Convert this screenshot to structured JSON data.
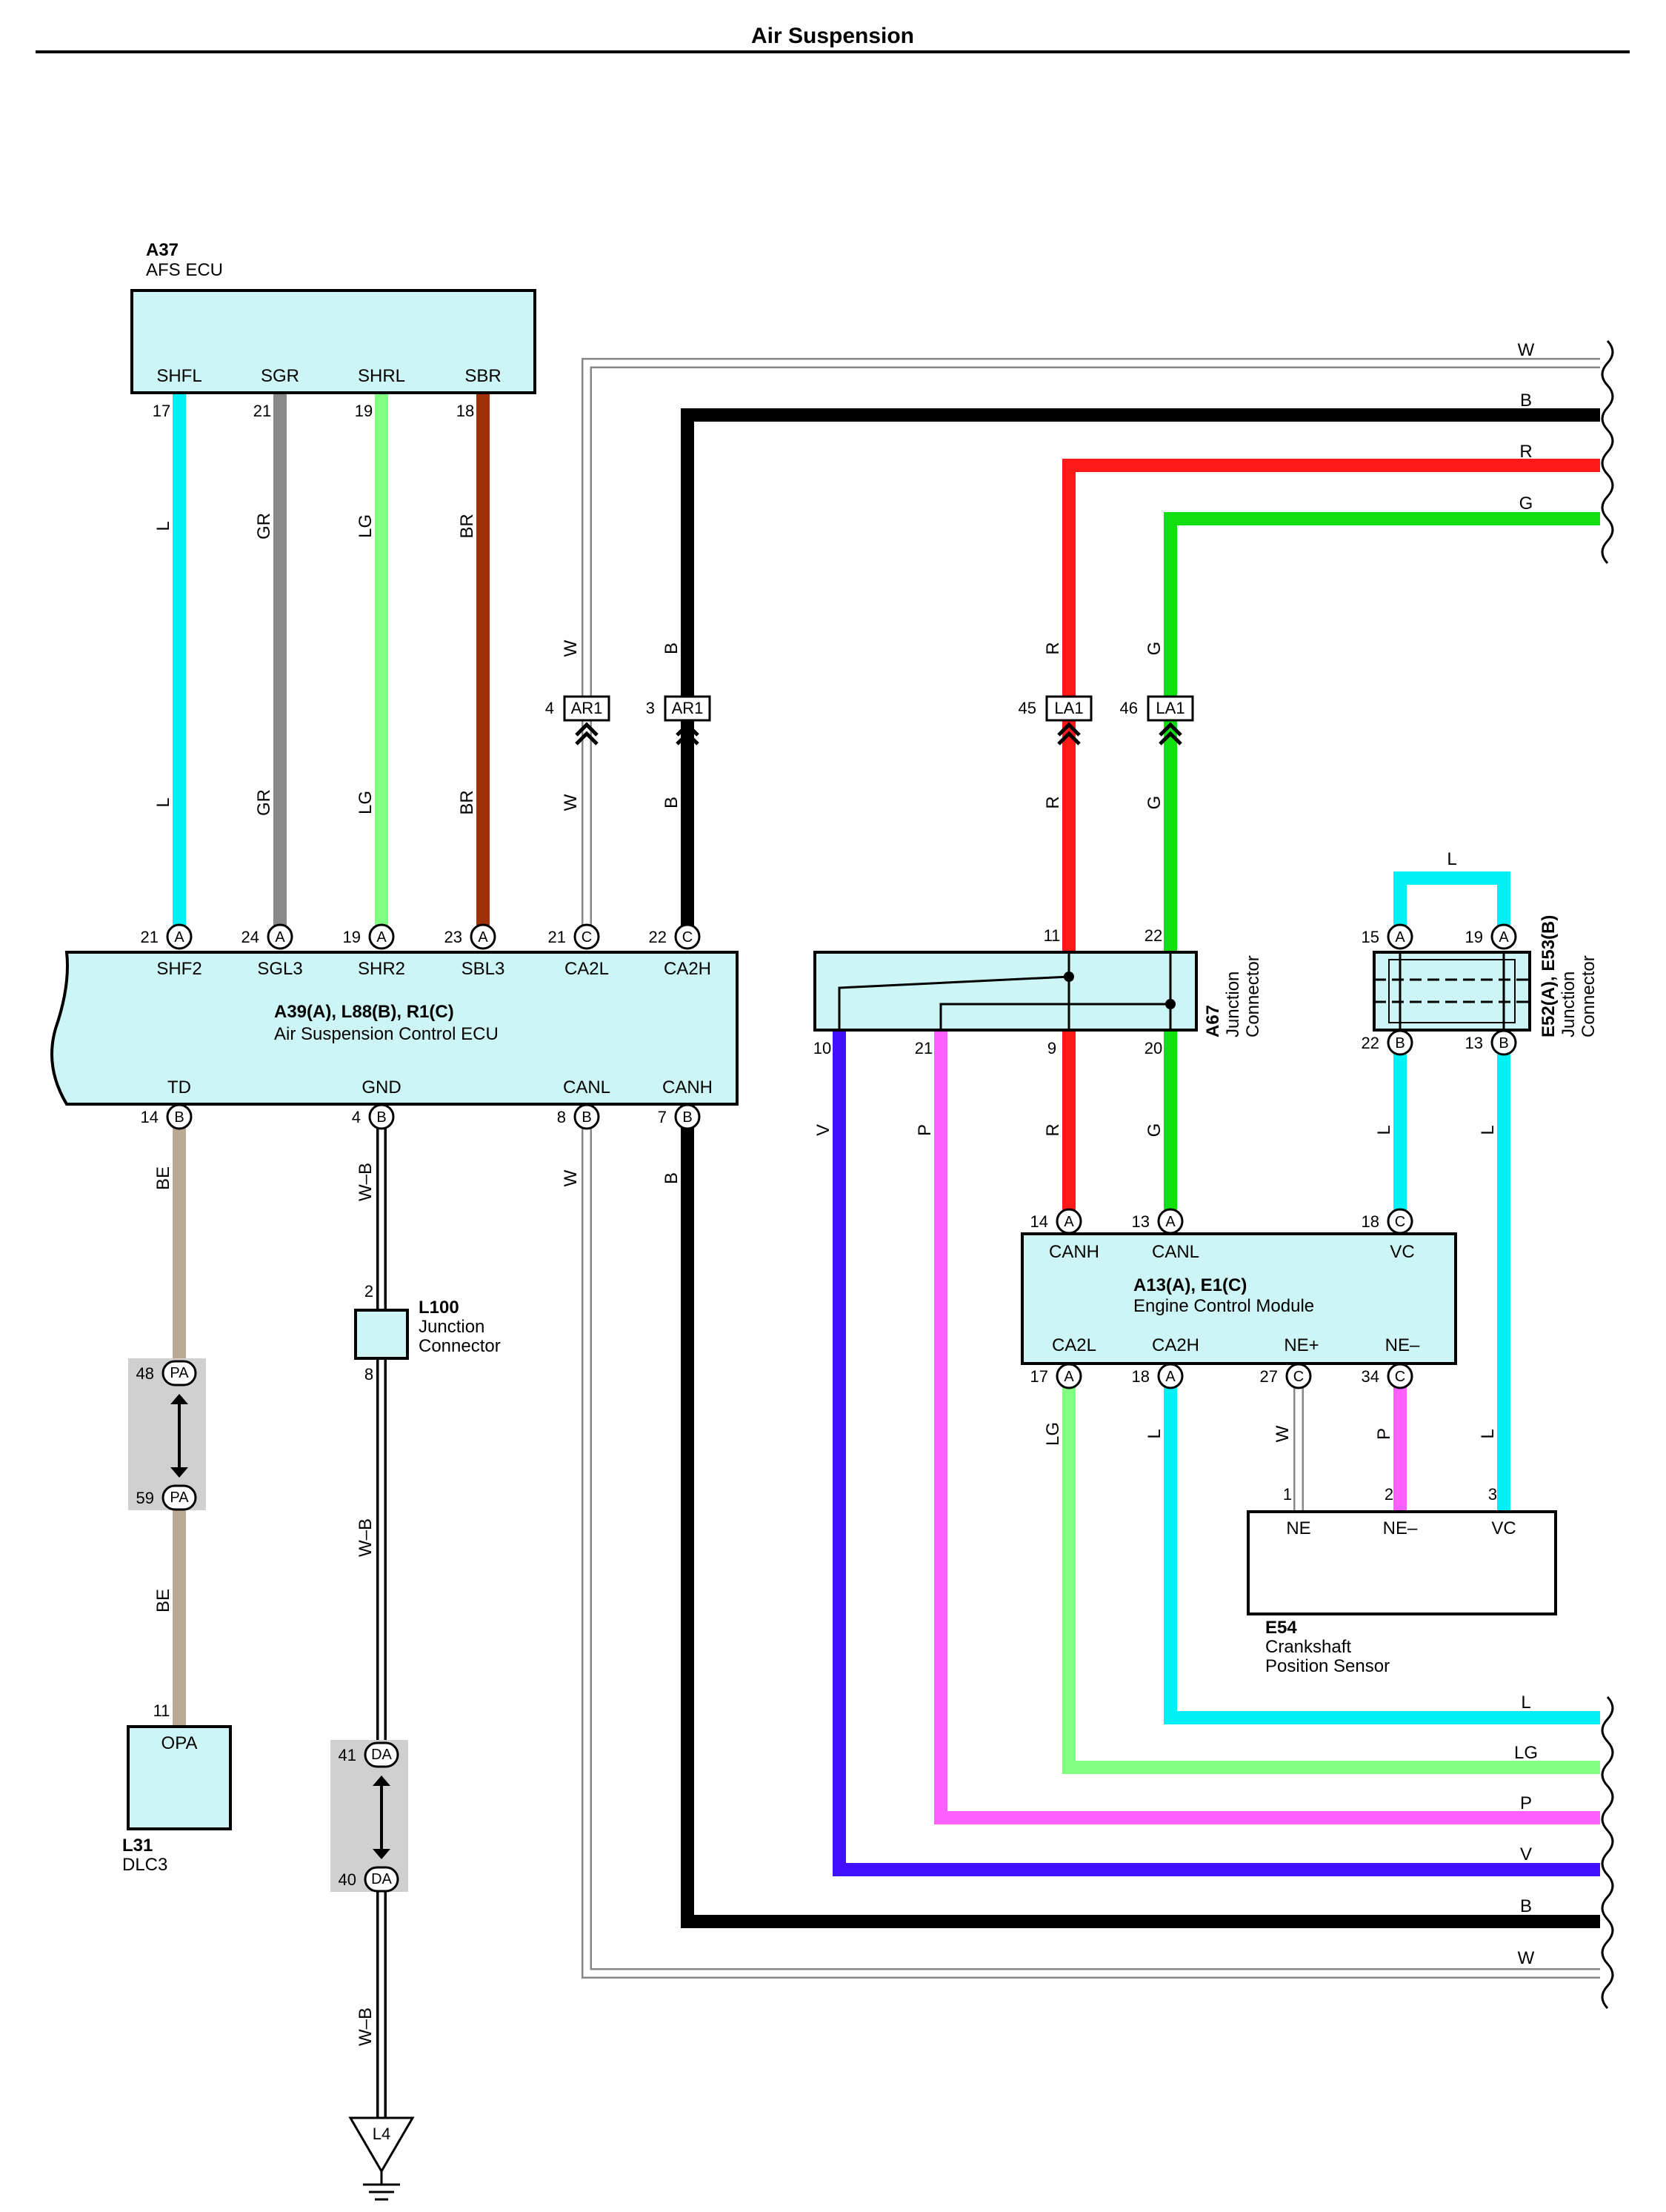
{
  "title": "Air Suspension",
  "components": {
    "a37": {
      "code": "A37",
      "name": "AFS ECU",
      "terminals": [
        {
          "pin": "17",
          "name": "SHFL"
        },
        {
          "pin": "21",
          "name": "SGR"
        },
        {
          "pin": "19",
          "name": "SHRL"
        },
        {
          "pin": "18",
          "name": "SBR"
        }
      ]
    },
    "a39": {
      "code": "A39(A), L88(B), R1(C)",
      "name": "Air Suspension Control ECU",
      "top_terminals": [
        {
          "pin": "21",
          "conn": "A",
          "name": "SHF2"
        },
        {
          "pin": "24",
          "conn": "A",
          "name": "SGL3"
        },
        {
          "pin": "19",
          "conn": "A",
          "name": "SHR2"
        },
        {
          "pin": "23",
          "conn": "A",
          "name": "SBL3"
        },
        {
          "pin": "21",
          "conn": "C",
          "name": "CA2L"
        },
        {
          "pin": "22",
          "conn": "C",
          "name": "CA2H"
        }
      ],
      "bottom_terminals": [
        {
          "pin": "14",
          "conn": "B",
          "name": "TD"
        },
        {
          "pin": "4",
          "conn": "B",
          "name": "GND"
        },
        {
          "pin": "8",
          "conn": "B",
          "name": "CANL"
        },
        {
          "pin": "7",
          "conn": "B",
          "name": "CANH"
        }
      ]
    },
    "a67": {
      "code": "A67",
      "name_line1": "Junction",
      "name_line2": "Connector",
      "pins": [
        "11",
        "22",
        "10",
        "21",
        "9",
        "20"
      ]
    },
    "e52": {
      "code": "E52(A), E53(B)",
      "name_line1": "Junction",
      "name_line2": "Connector",
      "pins": [
        {
          "pin": "15",
          "conn": "A"
        },
        {
          "pin": "19",
          "conn": "A"
        },
        {
          "pin": "22",
          "conn": "B"
        },
        {
          "pin": "13",
          "conn": "B"
        }
      ]
    },
    "a13": {
      "code": "A13(A), E1(C)",
      "name": "Engine Control Module",
      "top_terminals": [
        {
          "pin": "14",
          "conn": "A",
          "name": "CANH"
        },
        {
          "pin": "13",
          "conn": "A",
          "name": "CANL"
        },
        {
          "pin": "18",
          "conn": "C",
          "name": "VC"
        }
      ],
      "bottom_terminals": [
        {
          "pin": "17",
          "conn": "A",
          "name": "CA2L"
        },
        {
          "pin": "18",
          "conn": "A",
          "name": "CA2H"
        },
        {
          "pin": "27",
          "conn": "C",
          "name": "NE+"
        },
        {
          "pin": "34",
          "conn": "C",
          "name": "NE–"
        }
      ]
    },
    "e54": {
      "code": "E54",
      "name_line1": "Crankshaft",
      "name_line2": "Position Sensor",
      "terminals": [
        {
          "pin": "1",
          "name": "NE"
        },
        {
          "pin": "2",
          "name": "NE–"
        },
        {
          "pin": "3",
          "name": "VC"
        }
      ]
    },
    "l100": {
      "code": "L100",
      "name_line1": "Junction",
      "name_line2": "Connector",
      "pin_top": "2",
      "pin_bottom": "8"
    },
    "l31": {
      "code": "L31",
      "name": "DLC3",
      "pin": "11",
      "terminal": "OPA"
    },
    "ground": {
      "code": "L4"
    }
  },
  "connectors": {
    "ar1_w": {
      "pin": "4",
      "name": "AR1"
    },
    "ar1_b": {
      "pin": "3",
      "name": "AR1"
    },
    "la1_r": {
      "pin": "45",
      "name": "LA1"
    },
    "la1_g": {
      "pin": "46",
      "name": "LA1"
    },
    "pa_top": {
      "pin": "48",
      "name": "PA"
    },
    "pa_bottom": {
      "pin": "59",
      "name": "PA"
    },
    "da_top": {
      "pin": "41",
      "name": "DA"
    },
    "da_bottom": {
      "pin": "40",
      "name": "DA"
    }
  },
  "wire_colors": {
    "L": "#00f0f8",
    "GR": "#888888",
    "LG": "#80ff80",
    "BR": "#a03008",
    "W": "#ffffff",
    "B": "#000000",
    "R": "#ff1818",
    "G": "#10e010",
    "V": "#4010ff",
    "P": "#ff60ff",
    "BE": "#b8a894",
    "W-B": "#ffffff"
  },
  "wire_labels": {
    "L": "L",
    "GR": "GR",
    "LG": "LG",
    "BR": "BR",
    "W": "W",
    "B": "B",
    "R": "R",
    "G": "G",
    "V": "V",
    "P": "P",
    "BE": "BE",
    "WB": "W–B"
  },
  "icon_names": [
    "ground-symbol-icon",
    "inline-connector-arrow-icon",
    "wire-break-icon"
  ]
}
